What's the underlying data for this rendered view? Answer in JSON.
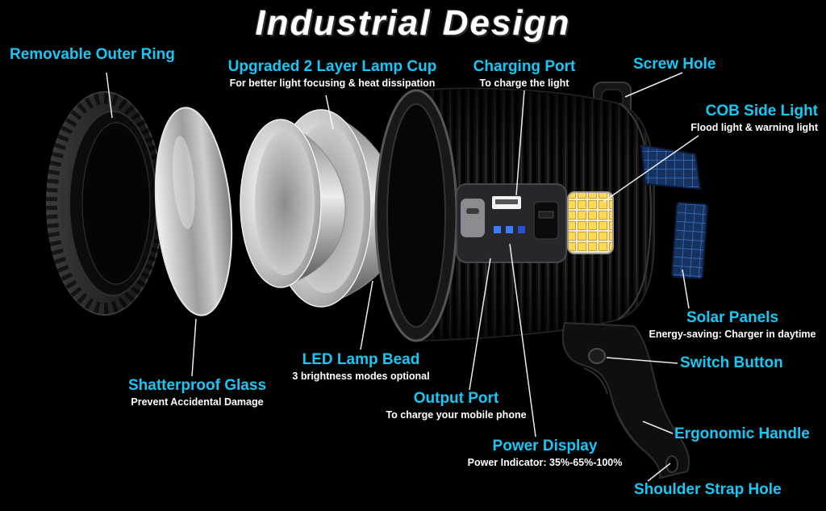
{
  "title": "Industrial Design",
  "colors": {
    "background": "#000000",
    "accent": "#15c8f5",
    "subtitle": "#ffffff",
    "leader_line": "#ffffff",
    "cob_led": "#ffd94f",
    "solar_panel": "#16325f",
    "power_indicator_dot": "#3d7bff"
  },
  "callouts": {
    "removable_outer_ring": {
      "title": "Removable Outer Ring"
    },
    "lamp_cup": {
      "title": "Upgraded 2 Layer Lamp Cup",
      "subtitle": "For better light focusing & heat dissipation"
    },
    "charging_port": {
      "title": "Charging Port",
      "subtitle": "To charge the light"
    },
    "screw_hole": {
      "title": "Screw Hole"
    },
    "cob_side_light": {
      "title": "COB Side Light",
      "subtitle": "Flood light & warning light"
    },
    "solar_panels": {
      "title": "Solar Panels",
      "subtitle": "Energy-saving: Charger in daytime"
    },
    "switch_button": {
      "title": "Switch Button"
    },
    "led_lamp_bead": {
      "title": "LED Lamp Bead",
      "subtitle": "3 brightness modes optional"
    },
    "shatterproof_glass": {
      "title": "Shatterproof Glass",
      "subtitle": "Prevent Accidental Damage"
    },
    "output_port": {
      "title": "Output Port",
      "subtitle": "To charge your mobile phone"
    },
    "power_display": {
      "title": "Power Display",
      "subtitle": "Power Indicator: 35%-65%-100%"
    },
    "ergonomic_handle": {
      "title": "Ergonomic Handle"
    },
    "shoulder_strap_hole": {
      "title": "Shoulder Strap Hole"
    }
  }
}
